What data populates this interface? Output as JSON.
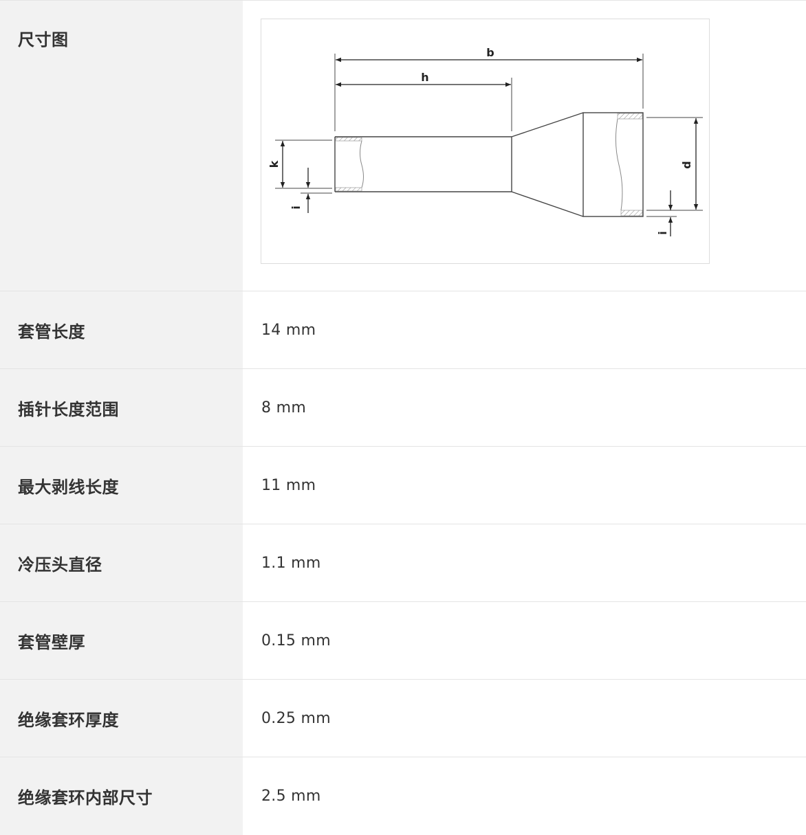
{
  "diagram": {
    "label": "尺寸图",
    "dim_labels": {
      "b": "b",
      "h": "h",
      "k": "k",
      "i_left": "i",
      "d": "d",
      "i_right": "i"
    }
  },
  "specs": [
    {
      "label": "套管长度",
      "value": "14 mm"
    },
    {
      "label": "插针长度范围",
      "value": "8 mm"
    },
    {
      "label": "最大剥线长度",
      "value": "11 mm"
    },
    {
      "label": "冷压头直径",
      "value": "1.1 mm"
    },
    {
      "label": "套管壁厚",
      "value": "0.15 mm"
    },
    {
      "label": "绝缘套环厚度",
      "value": "0.25 mm"
    },
    {
      "label": "绝缘套环内部尺寸",
      "value": "2.5 mm"
    }
  ]
}
